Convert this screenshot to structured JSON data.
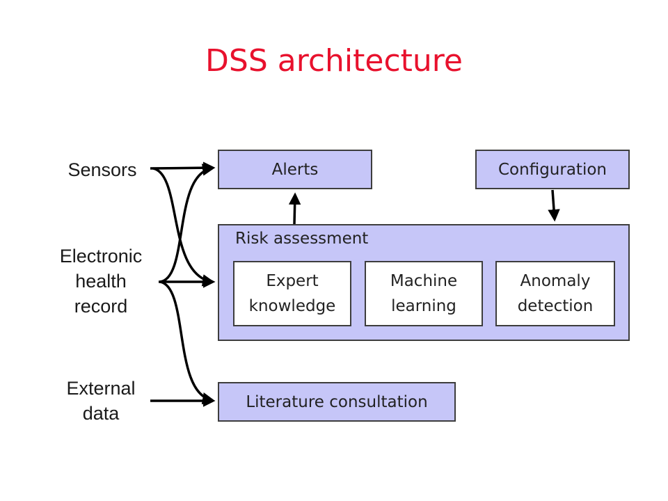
{
  "title": "DSS architecture",
  "sources": {
    "sensors": "Sensors",
    "ehr_line1": "Electronic",
    "ehr_line2": "health",
    "ehr_line3": "record",
    "external_line1": "External",
    "external_line2": "data"
  },
  "blocks": {
    "alerts": "Alerts",
    "configuration": "Configuration",
    "risk_assessment": "Risk assessment",
    "expert_line1": "Expert",
    "expert_line2": "knowledge",
    "ml_line1": "Machine",
    "ml_line2": "learning",
    "anomaly_line1": "Anomaly",
    "anomaly_line2": "detection",
    "literature": "Literature consultation"
  },
  "colors": {
    "title": "#e8112d",
    "box_fill": "#c6c6f8",
    "inner_fill": "#ffffff",
    "stroke": "#000000"
  }
}
